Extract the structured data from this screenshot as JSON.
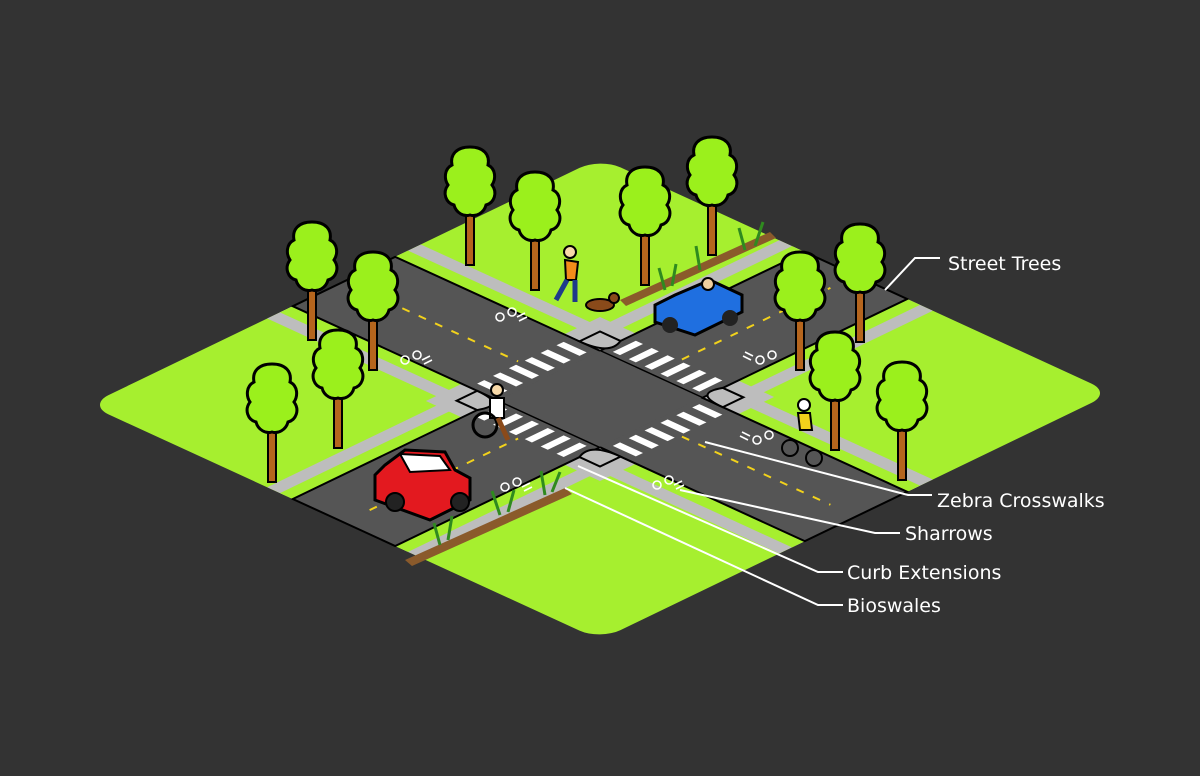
{
  "title": "Complete street intersection features",
  "labels": {
    "street_trees": "Street Trees",
    "zebra_crosswalks": "Zebra Crosswalks",
    "sharrows": "Sharrows",
    "curb_extensions": "Curb Extensions",
    "bioswales": "Bioswales"
  },
  "colors": {
    "background": "#333333",
    "grass": "#a6ef2f",
    "sidewalk": "#bdbdbd",
    "road": "#555555",
    "centerline": "#f2d21b",
    "tree_canopy": "#9bf01c",
    "trunk": "#b5651d",
    "red_car": "#e3191f",
    "blue_car": "#1f6fe0"
  }
}
